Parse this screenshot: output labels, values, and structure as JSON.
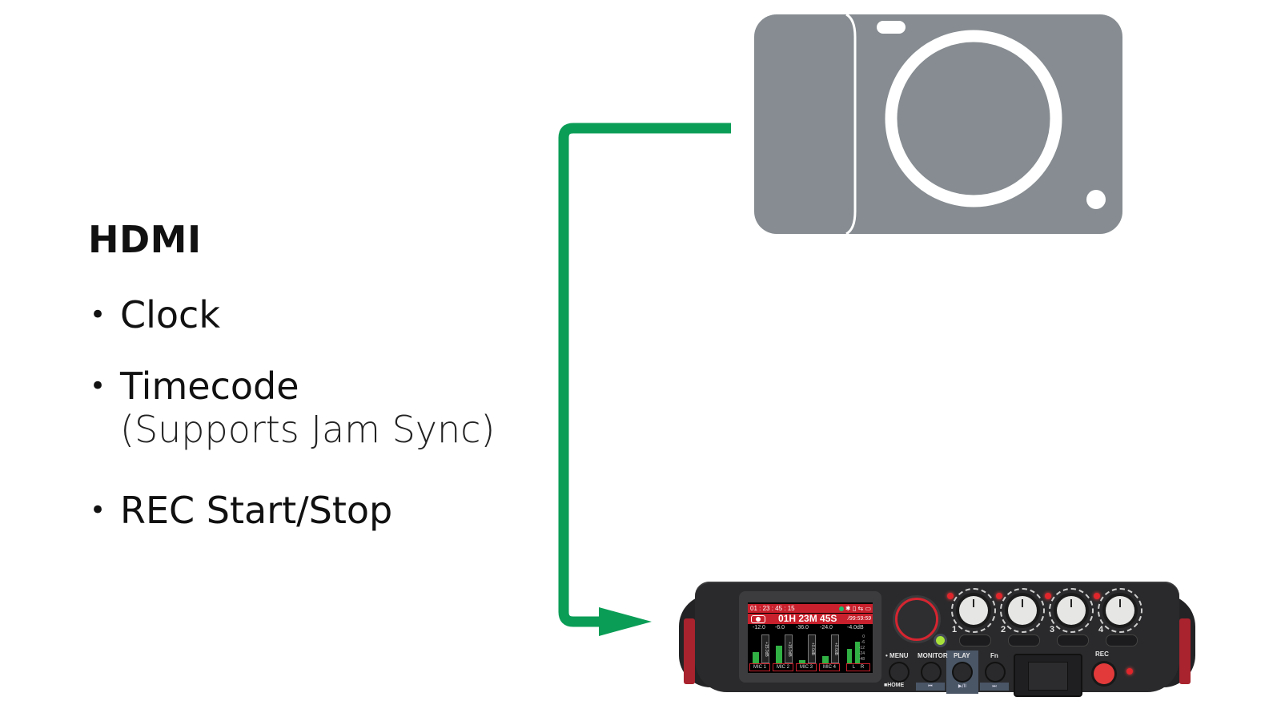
{
  "heading": "HDMI",
  "features": [
    {
      "label": "Clock"
    },
    {
      "label": "Timecode",
      "note": "(Supports Jam Sync)"
    },
    {
      "label": "REC Start/Stop"
    }
  ],
  "bullet_glyph": "•",
  "colors": {
    "connector": "#0a9d56",
    "camera_body": "#868c91",
    "recorder_accent": "#c8202c",
    "text": "#111111"
  },
  "diagram": {
    "source": {
      "name": "camera",
      "icon": "camera-icon"
    },
    "target": {
      "name": "audio-recorder",
      "icon": "recorder-device"
    },
    "connector_direction": "camera-to-recorder"
  },
  "recorder": {
    "screen": {
      "timecode": "01 : 23 : 45 : 15",
      "status_icons": [
        "link-dot",
        "bluetooth",
        "phone",
        "usb",
        "battery"
      ],
      "rec_time": "01H 23M 45S",
      "remaining": "/99:59:59",
      "channel_levels": [
        "-12.0",
        "-6.0",
        "-36.0",
        "-24.0"
      ],
      "master_level": "-4.0dB",
      "trims": [
        "+15.0dB",
        "+15.0dB",
        "+0.0dB",
        "+0.0dB"
      ],
      "channel_labels": [
        "MIC 1",
        "MIC 2",
        "MIC 3",
        "MIC 4"
      ],
      "master_labels": [
        "L",
        "R"
      ],
      "scale": [
        "0",
        "-6",
        "-12",
        "-24",
        "-48"
      ],
      "meter_levels": [
        0.4,
        0.6,
        0.1,
        0.25
      ],
      "master_meter_levels": [
        0.5,
        0.75
      ]
    },
    "knob_numbers": [
      "1",
      "2",
      "3",
      "4"
    ],
    "buttons": {
      "menu": "• MENU",
      "monitor": "MONITOR",
      "play": "PLAY",
      "fn": "Fn",
      "rec": "REC",
      "home": "■HOME",
      "prev": "⏮",
      "play_pause": "▶/II",
      "next": "⏭"
    }
  }
}
